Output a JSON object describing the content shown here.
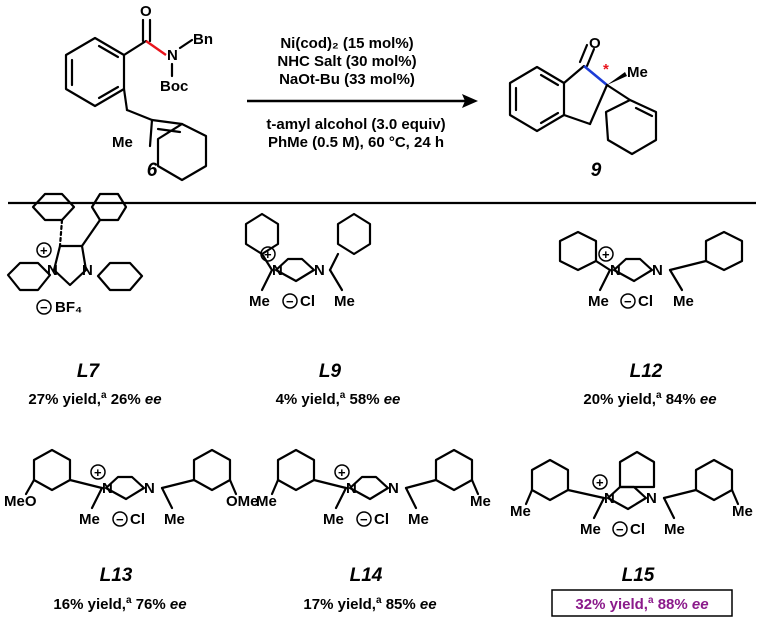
{
  "reaction": {
    "substrate": {
      "label": "6",
      "atoms": {
        "O": "O",
        "N": "N",
        "Bn": "Bn",
        "Boc": "Boc",
        "Me": "Me"
      }
    },
    "product": {
      "label": "9",
      "atoms": {
        "O": "O",
        "Me": "Me"
      },
      "stereo_mark": "*"
    },
    "conditions_above": [
      "Ni(cod)₂ (15 mol%)",
      "NHC Salt (30 mol%)",
      "NaOt-Bu (33 mol%)"
    ],
    "conditions_below": [
      "t-amyl alcohol (3.0 equiv)",
      "PhMe (0.5 M), 60 °C, 24 h"
    ]
  },
  "ligands": [
    {
      "id": "L7",
      "yield": "27% yield,",
      "sup": "a",
      "ee": "26%",
      "ee_unit": "ee",
      "counterion": "BF₄",
      "highlight": false
    },
    {
      "id": "L9",
      "yield": "4% yield,",
      "sup": "a",
      "ee": "58%",
      "ee_unit": "ee",
      "counterion": "Cl",
      "highlight": false
    },
    {
      "id": "L12",
      "yield": "20% yield,",
      "sup": "a",
      "ee": "84%",
      "ee_unit": "ee",
      "counterion": "Cl",
      "highlight": false
    },
    {
      "id": "L13",
      "yield": "16% yield,",
      "sup": "a",
      "ee": "76%",
      "ee_unit": "ee",
      "counterion": "Cl",
      "highlight": false
    },
    {
      "id": "L14",
      "yield": "17% yield,",
      "sup": "a",
      "ee": "85%",
      "ee_unit": "ee",
      "counterion": "Cl",
      "highlight": false
    },
    {
      "id": "L15",
      "yield": "32% yield,",
      "sup": "a",
      "ee": "88%",
      "ee_unit": "ee",
      "counterion": "Cl",
      "highlight": true
    }
  ],
  "atom_labels": {
    "N": "N",
    "Me": "Me",
    "OMe": "OMe",
    "MeO": "MeO",
    "plus": "+",
    "minus": "−"
  },
  "colors": {
    "acyl_bond": "#e8141c",
    "new_bond": "#1c3cd6",
    "stereo_star": "#e8141c",
    "highlight": "#8b1a8b"
  }
}
